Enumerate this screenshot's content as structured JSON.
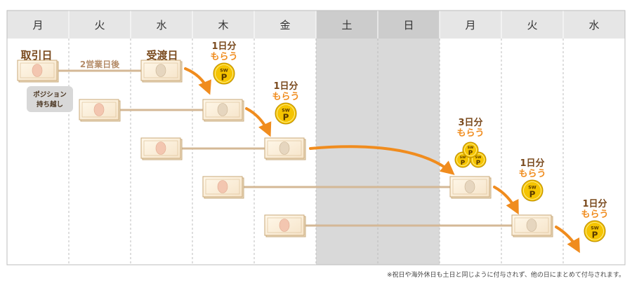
{
  "days": [
    "月",
    "火",
    "水",
    "木",
    "金",
    "土",
    "日",
    "月",
    "火",
    "水"
  ],
  "weekend_indexes": [
    5,
    6
  ],
  "labels": {
    "trade_day": "取引日",
    "business_days_after": "2営業日後",
    "delivery_day": "受渡日",
    "position_carry_line1": "ポジション",
    "position_carry_line2": "持ち越し"
  },
  "receive_labels": [
    {
      "days_text": "1日分",
      "receive_text": "もらう",
      "coins": 1
    },
    {
      "days_text": "1日分",
      "receive_text": "もらう",
      "coins": 1
    },
    {
      "days_text": "3日分",
      "receive_text": "もらう",
      "coins": 3
    },
    {
      "days_text": "1日分",
      "receive_text": "もらう",
      "coins": 1
    },
    {
      "days_text": "1日分",
      "receive_text": "もらう",
      "coins": 1
    }
  ],
  "coin_text_top": "SW",
  "coin_text_main": "P",
  "footnote": "※祝日や海外休日も土日と同じように付与されず、他の日にまとめて付与されます。",
  "colors": {
    "header_bg": "#e6e6e6",
    "weekend_bg": "#d9d9d9",
    "weekend_header_bg": "#cccccc",
    "line": "#d4b896",
    "arrow": "#f08c1e",
    "brown_text": "#7a4a1e",
    "coin_fill": "#f5c400",
    "coin_edge": "#b88a00"
  }
}
